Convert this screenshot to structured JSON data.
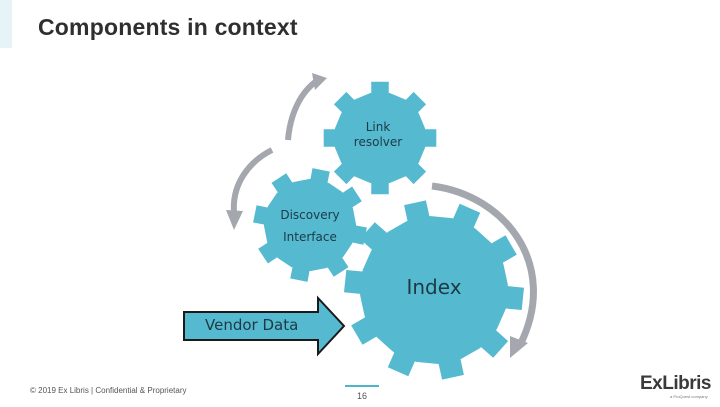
{
  "slide": {
    "title": "Components in context"
  },
  "diagram": {
    "gears": [
      {
        "id": "link-resolver",
        "lines": [
          "Link",
          "resolver"
        ]
      },
      {
        "id": "discovery",
        "lines": [
          "Discovery",
          "Interface"
        ]
      },
      {
        "id": "index",
        "lines": [
          "Index"
        ]
      }
    ],
    "vendor_arrow": {
      "label": "Vendor Data"
    },
    "colors": {
      "gear_fill": "#55b9d0",
      "cycle_arrow": "#a4a8ae",
      "vendor_arrow_fill": "#55b9d0",
      "vendor_arrow_outline": "#1a1a1a"
    }
  },
  "footer": {
    "copyright": "© 2019 Ex Libris | Confidential & Proprietary",
    "page_number": "16"
  },
  "logo": {
    "text": "ExLibris",
    "tagline": "a ProQuest company"
  }
}
